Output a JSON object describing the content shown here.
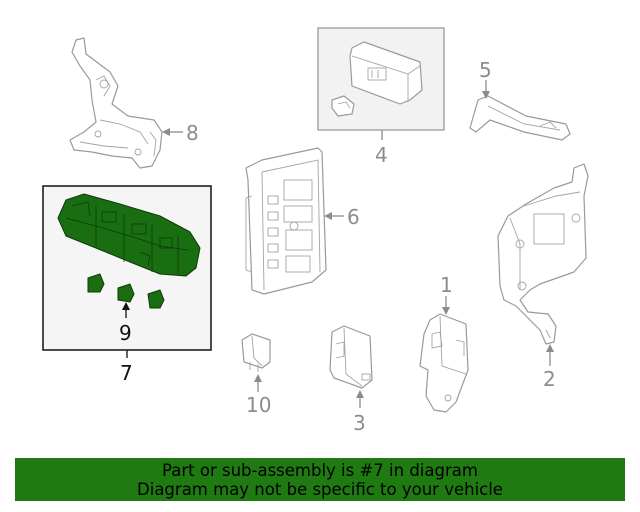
{
  "callouts": {
    "c1": "1",
    "c2": "2",
    "c3": "3",
    "c4": "4",
    "c5": "5",
    "c6": "6",
    "c7": "7",
    "c8": "8",
    "c9": "9",
    "c10": "10"
  },
  "banner": {
    "line1": "Part or sub-assembly is #7 in diagram",
    "line2": "Diagram may not be specific to your vehicle"
  },
  "colors": {
    "highlight": "#1a6e12",
    "banner_bg": "#1f7a12",
    "line_art": "#9a9a9a"
  }
}
